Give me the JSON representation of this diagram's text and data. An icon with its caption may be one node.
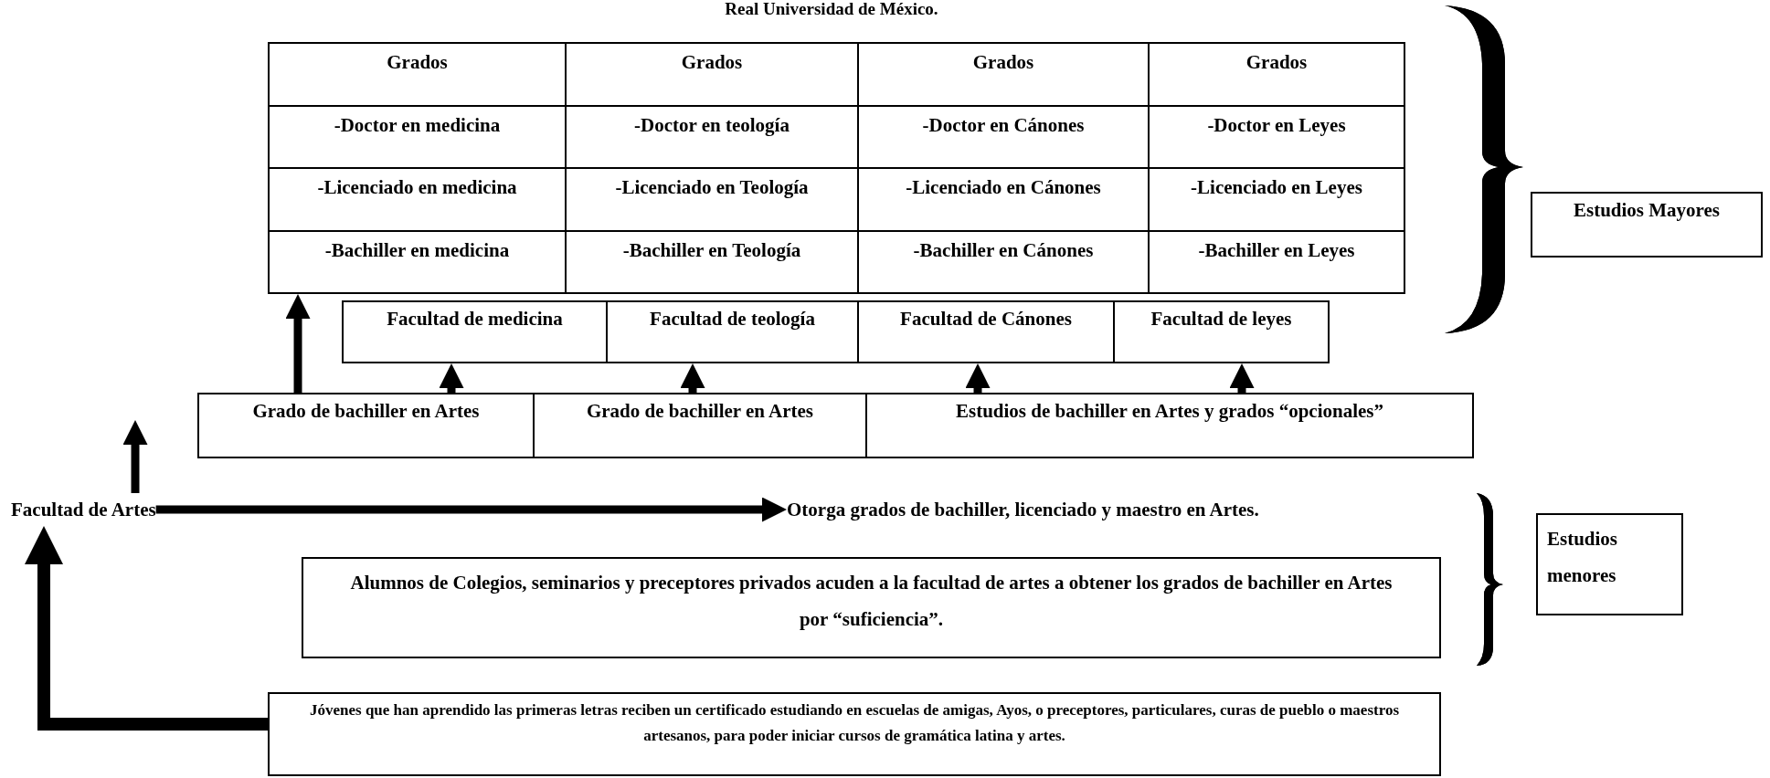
{
  "diagram": {
    "title": "Real Universidad de México.",
    "nodes": [
      {
        "text": [
          "Grados",
          "-Doctor en medicina",
          "-Licenciado en medicina",
          "-Bachiller en medicina"
        ]
      },
      {
        "text": [
          "Grados",
          "-Doctor en teología",
          "-Licenciado en Teología",
          "-Bachiller en Teología"
        ]
      },
      {
        "text": [
          "Grados",
          "-Doctor en Cánones",
          "-Licenciado en Cánones",
          "-Bachiller en Cánones"
        ]
      },
      {
        "text": [
          "Grados",
          "-Doctor en Leyes",
          "-Licenciado en Leyes",
          "-Bachiller en Leyes"
        ]
      },
      {
        "text": [
          "Facultad de medicina"
        ]
      },
      {
        "text": [
          "Facultad de teología"
        ]
      },
      {
        "text": [
          "Facultad de Cánones"
        ]
      },
      {
        "text": [
          "Facultad de leyes"
        ]
      },
      {
        "text": [
          "Grado de bachiller en Artes"
        ]
      },
      {
        "text": [
          "Grado de bachiller en Artes"
        ]
      },
      {
        "text": [
          "Estudios de bachiller en Artes y grados “opcionales”"
        ]
      },
      {
        "text": [
          "Facultad de Artes"
        ]
      },
      {
        "text": [
          "Otorga grados de bachiller, licenciado y maestro en Artes."
        ]
      },
      {
        "text": [
          "Alumnos de Colegios, seminarios y preceptores privados acuden a la facultad de artes a obtener los grados de bachiller en Artes por “suficiencia”."
        ]
      },
      {
        "text": [
          "Jóvenes que han aprendido las primeras letras reciben un certificado estudiando en escuelas de amigas, Ayos, o preceptores, particulares, curas de pueblo o maestros artesanos, para poder iniciar cursos de gramática latina y artes."
        ]
      },
      {
        "text": [
          "Estudios Mayores"
        ]
      },
      {
        "text": [
          "Estudios menores"
        ]
      },
      {
        "text": [],
        "shape": "brace"
      },
      {
        "text": [],
        "shape": "brace"
      }
    ],
    "edges": [
      {
        "from": 14,
        "to": 11,
        "arrow": "to"
      },
      {
        "from": 11,
        "to": null,
        "arrow": "to"
      },
      {
        "from": 11,
        "to": 12,
        "arrow": "to"
      },
      {
        "from": 8,
        "to": 0,
        "arrow": "to"
      },
      {
        "from": 8,
        "to": 4,
        "arrow": "to"
      },
      {
        "from": 9,
        "to": 5,
        "arrow": "to"
      },
      {
        "from": 10,
        "to": 6,
        "arrow": "to"
      },
      {
        "from": 10,
        "to": 7,
        "arrow": "to"
      }
    ]
  }
}
